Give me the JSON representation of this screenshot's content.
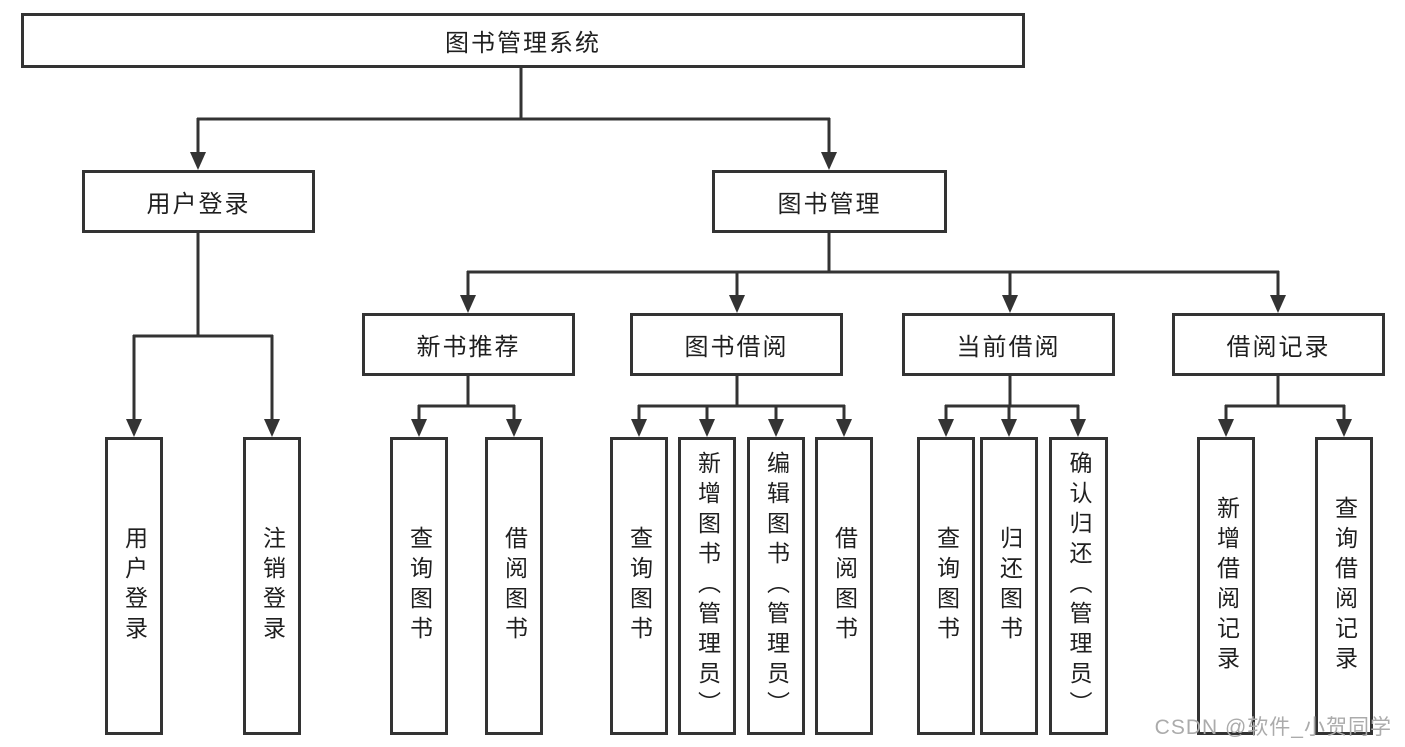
{
  "diagram": {
    "root": "图书管理系统",
    "branches": [
      {
        "label": "用户登录",
        "children": [
          "用户登录",
          "注销登录"
        ]
      },
      {
        "label": "图书管理",
        "children": [
          {
            "label": "新书推荐",
            "children": [
              "查询图书",
              "借阅图书"
            ]
          },
          {
            "label": "图书借阅",
            "children": [
              "查询图书",
              "新增图书（管理员）",
              "编辑图书（管理员）",
              "借阅图书"
            ]
          },
          {
            "label": "当前借阅",
            "children": [
              "查询图书",
              "归还图书",
              "确认归还（管理员）"
            ]
          },
          {
            "label": "借阅记录",
            "children": [
              "新增借阅记录",
              "查询借阅记录"
            ]
          }
        ]
      }
    ]
  },
  "watermark": "CSDN @软件_小贺同学",
  "colors": {
    "background": "#ffffff",
    "line": "#333333",
    "box_border": "#333333",
    "text": "#1f1f1f",
    "watermark": "#ababab"
  }
}
